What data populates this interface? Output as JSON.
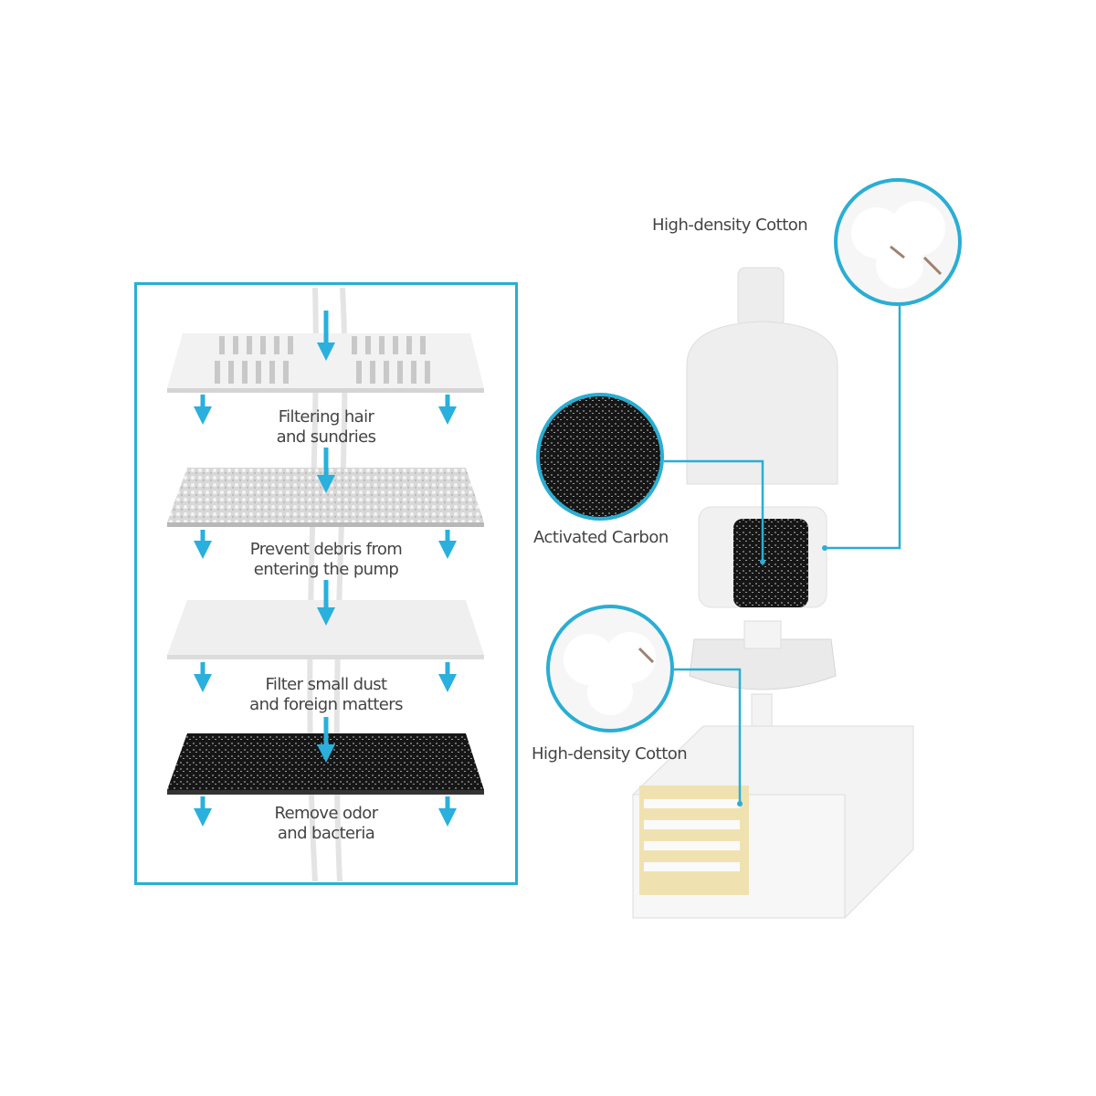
{
  "accent_color": "#2aaed3",
  "layers": [
    {
      "line1": "Filtering hair",
      "line2": "and sundries",
      "material": "grid-plate"
    },
    {
      "line1": "Prevent debris from",
      "line2": "entering the pump",
      "material": "foam-sponge"
    },
    {
      "line1": "Filter small dust",
      "line2": "and foreign matters",
      "material": "fine-cotton"
    },
    {
      "line1": "Remove odor",
      "line2": "and bacteria",
      "material": "activated-carbon"
    }
  ],
  "callouts": {
    "top_cotton": "High-density Cotton",
    "carbon": "Activated Carbon",
    "bottom_cotton": "High-density Cotton"
  }
}
